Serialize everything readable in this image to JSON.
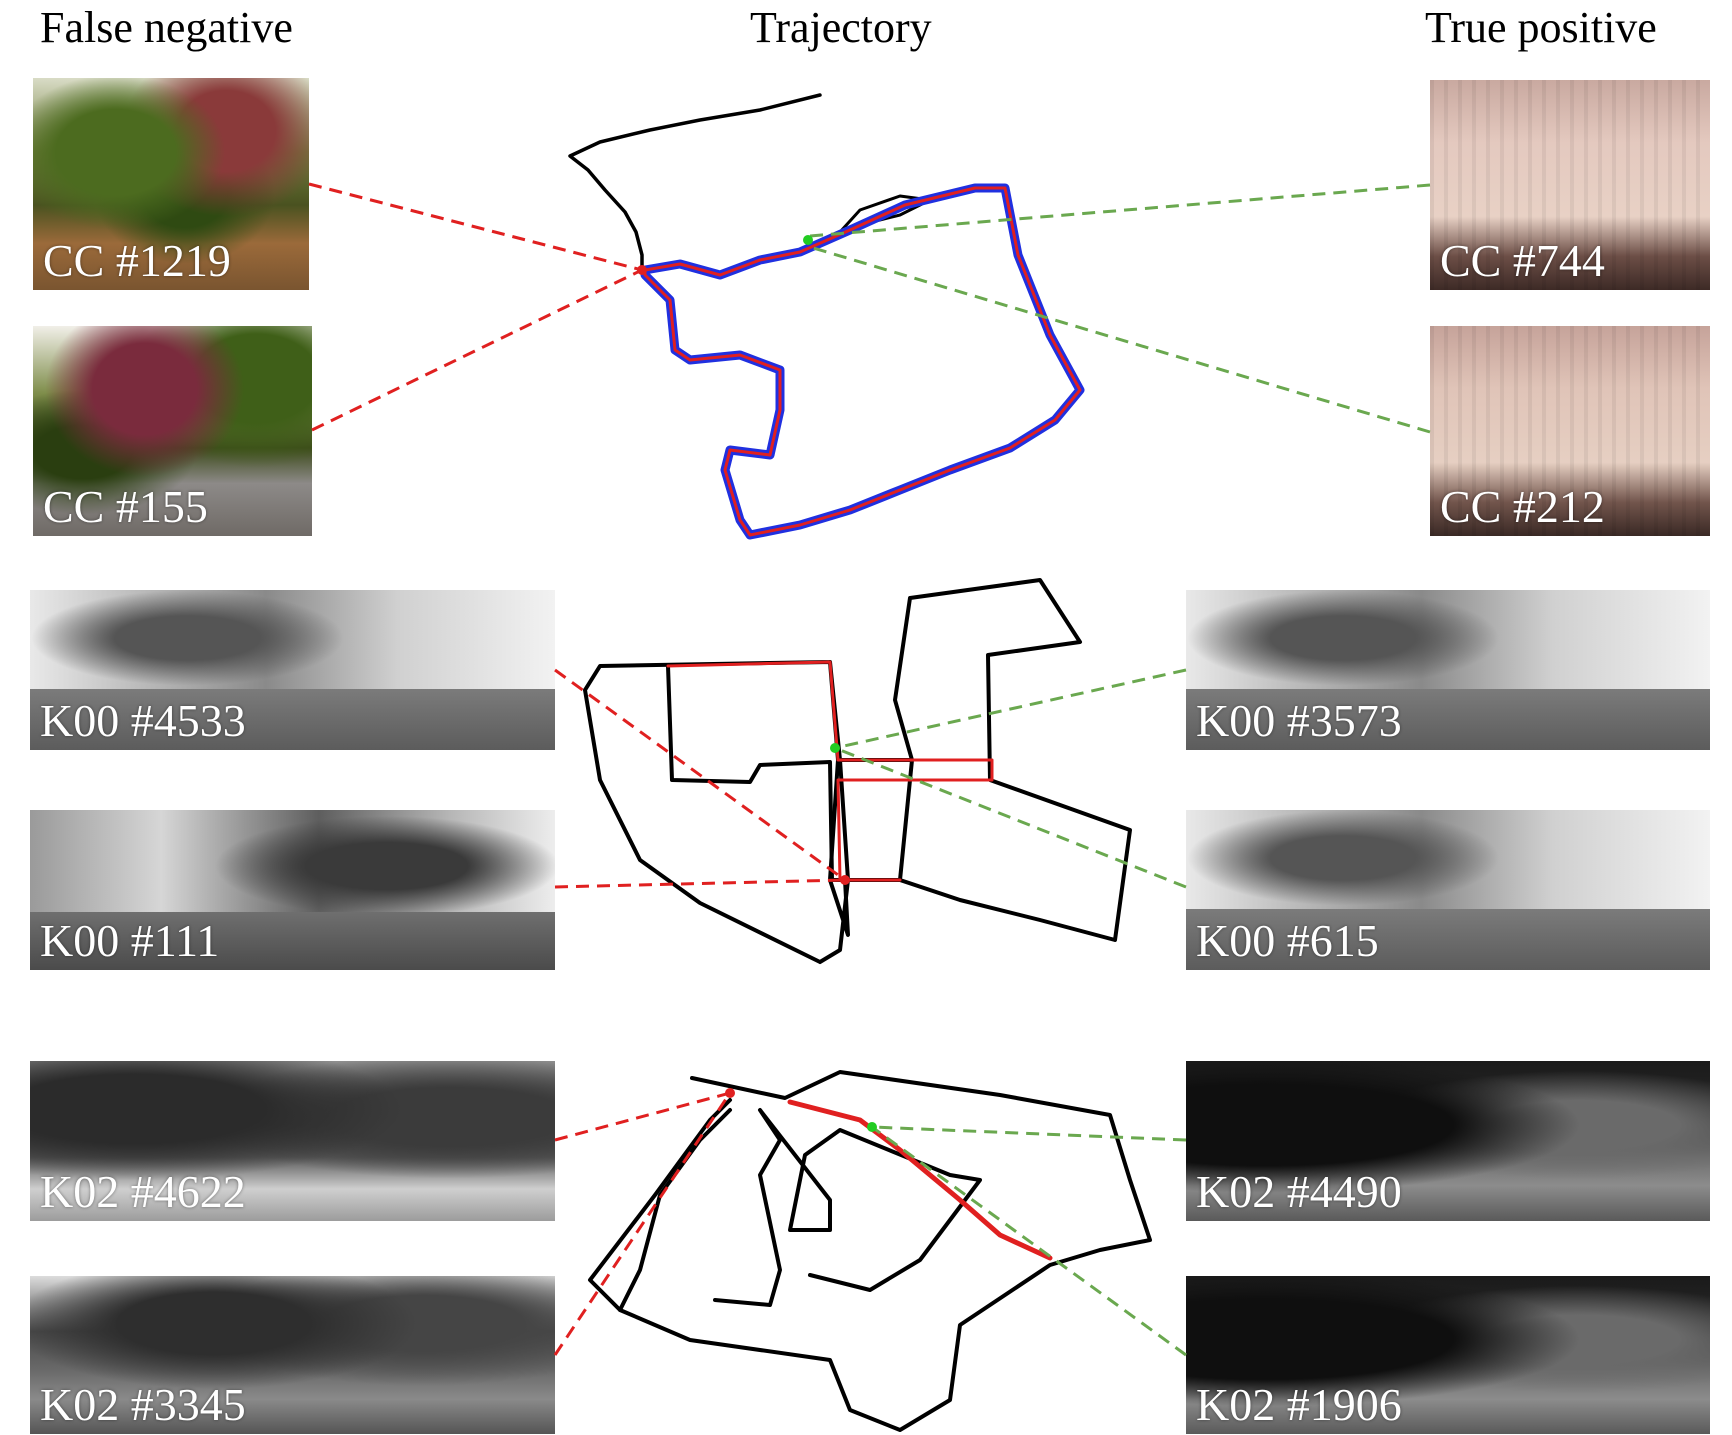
{
  "headers": {
    "left": "False negative",
    "center": "Trajectory",
    "right": "True positive"
  },
  "photos": [
    {
      "id": "cc-1219",
      "label": "CC #1219",
      "scene": "sc-trees"
    },
    {
      "id": "cc-155",
      "label": "CC #155",
      "scene": "sc-trees2"
    },
    {
      "id": "cc-744",
      "label": "CC #744",
      "scene": "sc-wall"
    },
    {
      "id": "cc-212",
      "label": "CC #212",
      "scene": "sc-wall2"
    },
    {
      "id": "k00-4533",
      "label": "K00 #4533",
      "scene": "sc-street"
    },
    {
      "id": "k00-111",
      "label": "K00 #111",
      "scene": "sc-street2"
    },
    {
      "id": "k00-3573",
      "label": "K00 #3573",
      "scene": "sc-street"
    },
    {
      "id": "k00-615",
      "label": "K00 #615",
      "scene": "sc-street"
    },
    {
      "id": "k02-4622",
      "label": "K02 #4622",
      "scene": "sc-dark"
    },
    {
      "id": "k02-3345",
      "label": "K02 #3345",
      "scene": "sc-dark2"
    },
    {
      "id": "k02-4490",
      "label": "K02 #4490",
      "scene": "sc-road"
    },
    {
      "id": "k02-1906",
      "label": "K02 #1906",
      "scene": "sc-road"
    }
  ],
  "colors": {
    "false_negative_link": "#e02020",
    "true_positive_link": "#6aa84f",
    "trajectory": "#000000",
    "ground_truth_loop": "#e02020",
    "detected_loop": "#2030e0",
    "match_point": "#22cc22"
  }
}
